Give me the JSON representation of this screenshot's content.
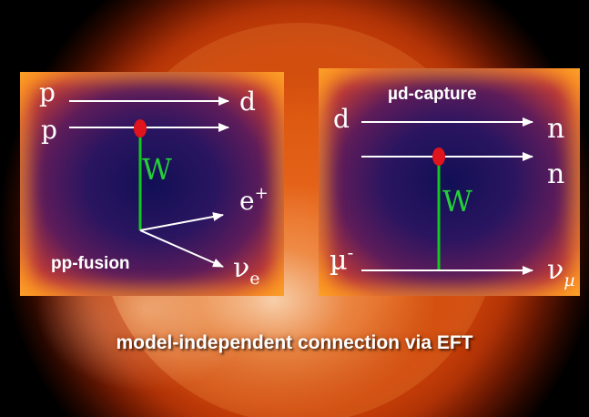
{
  "colors": {
    "arrow": "#ffffff",
    "w_line": "#12c81f",
    "w_label": "#25d03a",
    "vertex": "#e0141c",
    "text": "#ffffff",
    "panel_center": "#120f55",
    "panel_edge": "#f5a12a"
  },
  "left_diagram": {
    "in_top": "p",
    "in_bottom": "p",
    "out_top": "d",
    "boson": "W",
    "positron": "e",
    "positron_sup": "+",
    "neutrino": "ν",
    "neutrino_sub": "e",
    "process": "pp-fusion"
  },
  "right_diagram": {
    "process": "µd-capture",
    "in_top": "d",
    "out_n1": "n",
    "out_n2": "n",
    "boson": "W",
    "muon": "µ",
    "muon_sup": "-",
    "neutrino": "ν",
    "neutrino_sub": "µ"
  },
  "caption": "model-independent connection via EFT"
}
